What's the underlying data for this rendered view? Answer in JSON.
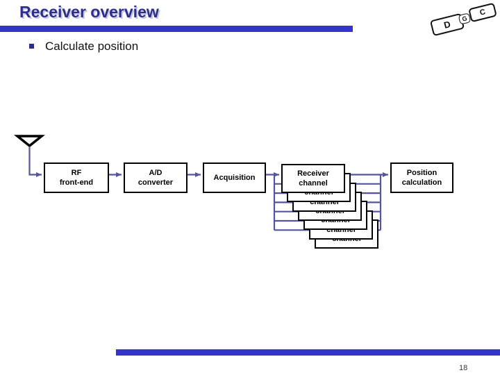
{
  "slide": {
    "title": "Receiver overview",
    "bullet": "Calculate position",
    "page_number": "18"
  },
  "logo": {
    "letters": {
      "d": "D",
      "g": "G",
      "c": "C"
    }
  },
  "colors": {
    "accent_bar": "#3434cc",
    "title_text": "#2d2d8c",
    "connector": "#55559e",
    "box_border": "#000000"
  },
  "diagram": {
    "blocks": [
      {
        "id": "rf-front-end",
        "line1": "RF",
        "line2": "front-end"
      },
      {
        "id": "ad-converter",
        "line1": "A/D",
        "line2": "converter"
      },
      {
        "id": "acquisition",
        "line1": "Acquisition"
      },
      {
        "id": "receiver-channel",
        "line1": "Receiver",
        "line2": "channel"
      },
      {
        "id": "position-calculation",
        "line1": "Position",
        "line2": "calculation"
      }
    ],
    "receiver_channel_stack_count": 7,
    "flow": "antenna -> RF front-end -> A/D converter -> Acquisition -> Receiver channels -> Position calculation"
  }
}
